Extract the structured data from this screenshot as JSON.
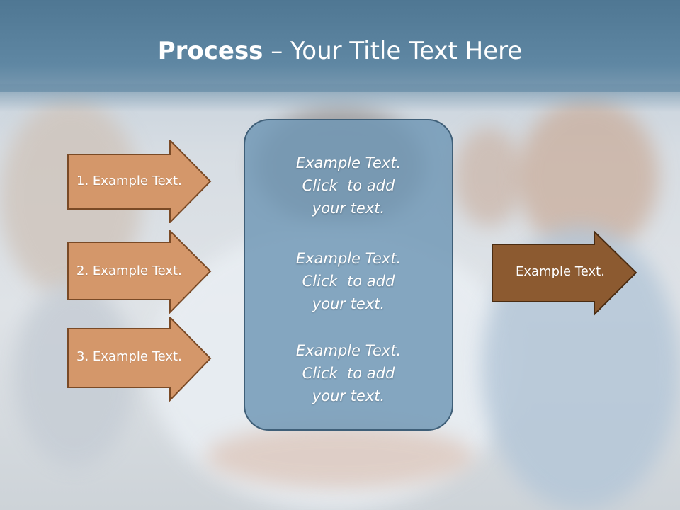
{
  "slide": {
    "title_bold": "Process",
    "title_rest": " – Your Title Text Here"
  },
  "left_arrows": [
    {
      "label": "1. Example Text."
    },
    {
      "label": "2. Example Text."
    },
    {
      "label": "3. Example Text."
    }
  ],
  "center_box": {
    "paragraphs": [
      {
        "lines": [
          "Example Text.",
          "Click  to add",
          "your text."
        ]
      },
      {
        "lines": [
          "Example Text.",
          "Click  to add",
          "your text."
        ]
      },
      {
        "lines": [
          "Example Text.",
          "Click  to add",
          "your text."
        ]
      }
    ]
  },
  "right_arrow": {
    "label": "Example Text."
  },
  "colors": {
    "left_arrow_fill": "#d4976a",
    "left_arrow_stroke": "#7a4a26",
    "right_arrow_fill": "#8c5a30",
    "right_arrow_stroke": "#4a2c12",
    "center_fill": "#7ea3bd",
    "title_band": "#5a819c"
  }
}
